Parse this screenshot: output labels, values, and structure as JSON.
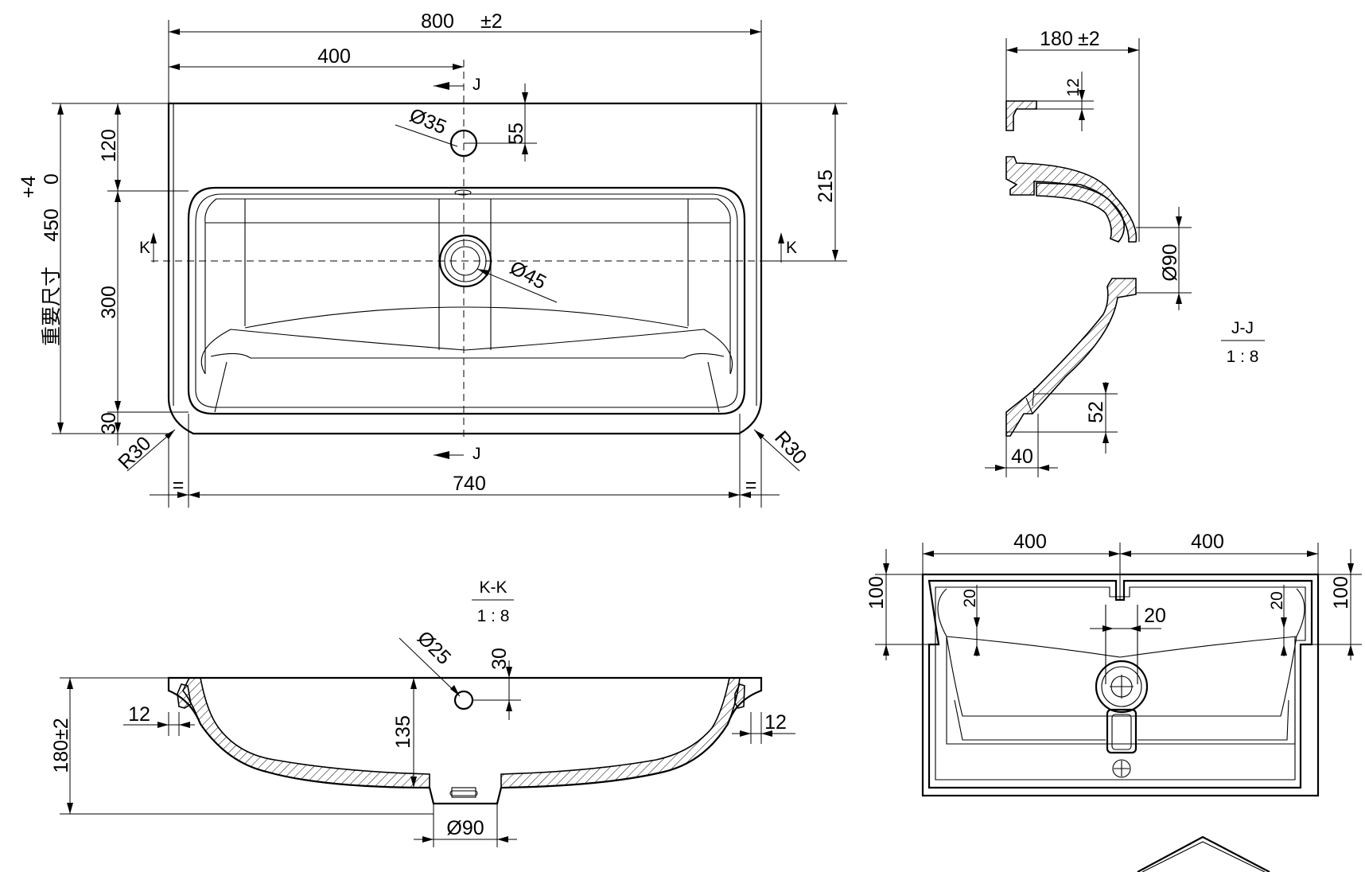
{
  "top_view": {
    "width_total": "800",
    "width_tol": "±2",
    "half_width": "400",
    "tap_offset": "55",
    "tap_hole": "35",
    "drain_hole": "45",
    "front_to_tap": "120",
    "bowl_depth": "300",
    "front_margin": "30",
    "right_depth": "215",
    "important_depth": "450",
    "tol_plus": "+4",
    "tol_zero": "0",
    "important_note": "重要尺寸",
    "radius_left": "R30",
    "radius_right": "R30",
    "inner_width": "740",
    "equal_left": "=",
    "equal_right": "=",
    "section_j_top": "J",
    "section_j_bottom": "J",
    "section_k_left": "K",
    "section_k_right": "K"
  },
  "section_jj": {
    "title": "J-J",
    "scale": "1 : 8",
    "depth": "180",
    "depth_tol": "±2",
    "rim": "12",
    "drain": "90",
    "front": "52",
    "base": "40"
  },
  "section_kk": {
    "title": "K-K",
    "scale": "1 : 8",
    "overflow_hole": "25",
    "overflow_offset": "30",
    "height": "180±2",
    "bowl_depth": "135",
    "rim_left": "12",
    "rim_right": "12",
    "drain": "90"
  },
  "bottom_view": {
    "left_width": "400",
    "right_width": "400",
    "left_edge": "100",
    "right_edge": "100",
    "rib_left": "20",
    "rib_right": "20",
    "slot": "20"
  },
  "symbols": {
    "diameter": "Ø"
  }
}
